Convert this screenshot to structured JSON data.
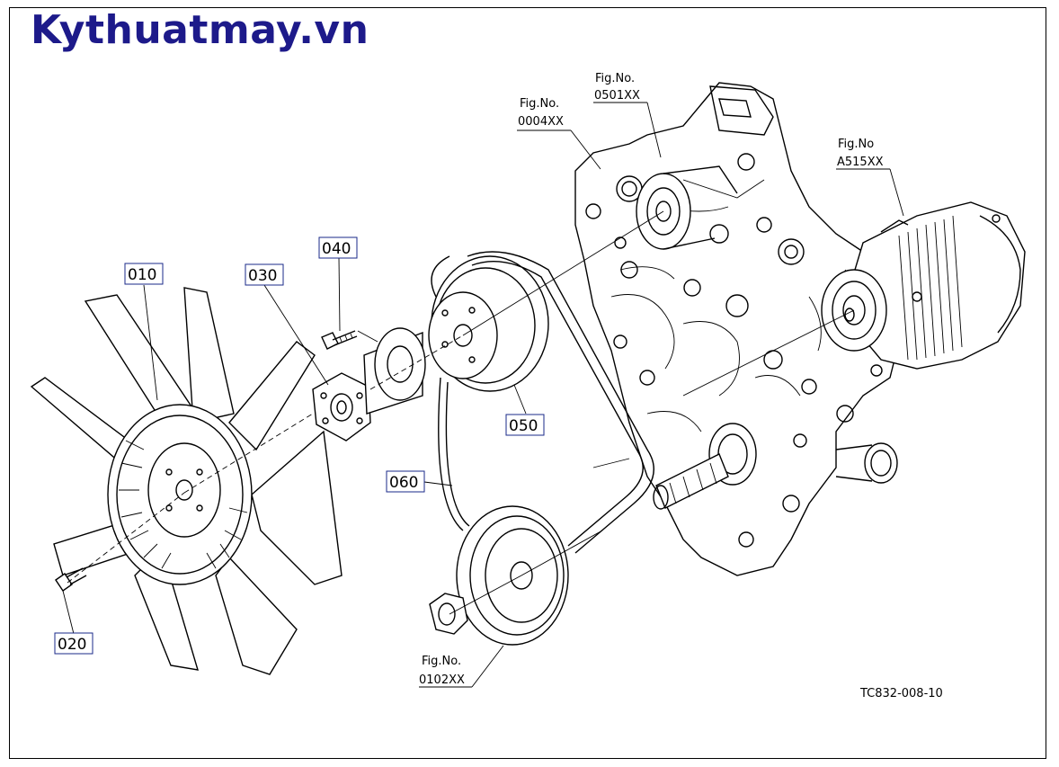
{
  "brand": "Kythuatmay.vn",
  "drawing_id": "TC832-008-10",
  "parts": [
    {
      "id": "p010",
      "label": "010"
    },
    {
      "id": "p020",
      "label": "020"
    },
    {
      "id": "p030",
      "label": "030"
    },
    {
      "id": "p040",
      "label": "040"
    },
    {
      "id": "p050",
      "label": "050"
    },
    {
      "id": "p060",
      "label": "060"
    }
  ],
  "figrefs": [
    {
      "id": "f0004",
      "line1": "Fig.No.",
      "line2": "0004XX"
    },
    {
      "id": "f0501",
      "line1": "Fig.No.",
      "line2": "0501XX"
    },
    {
      "id": "fA515",
      "line1": "Fig.No",
      "line2": "A515XX"
    },
    {
      "id": "f0102",
      "line1": "Fig.No.",
      "line2": "0102XX"
    }
  ],
  "colors": {
    "brand": "#1d1a8a",
    "label_box": "#1a2a8a",
    "line": "#000000"
  }
}
